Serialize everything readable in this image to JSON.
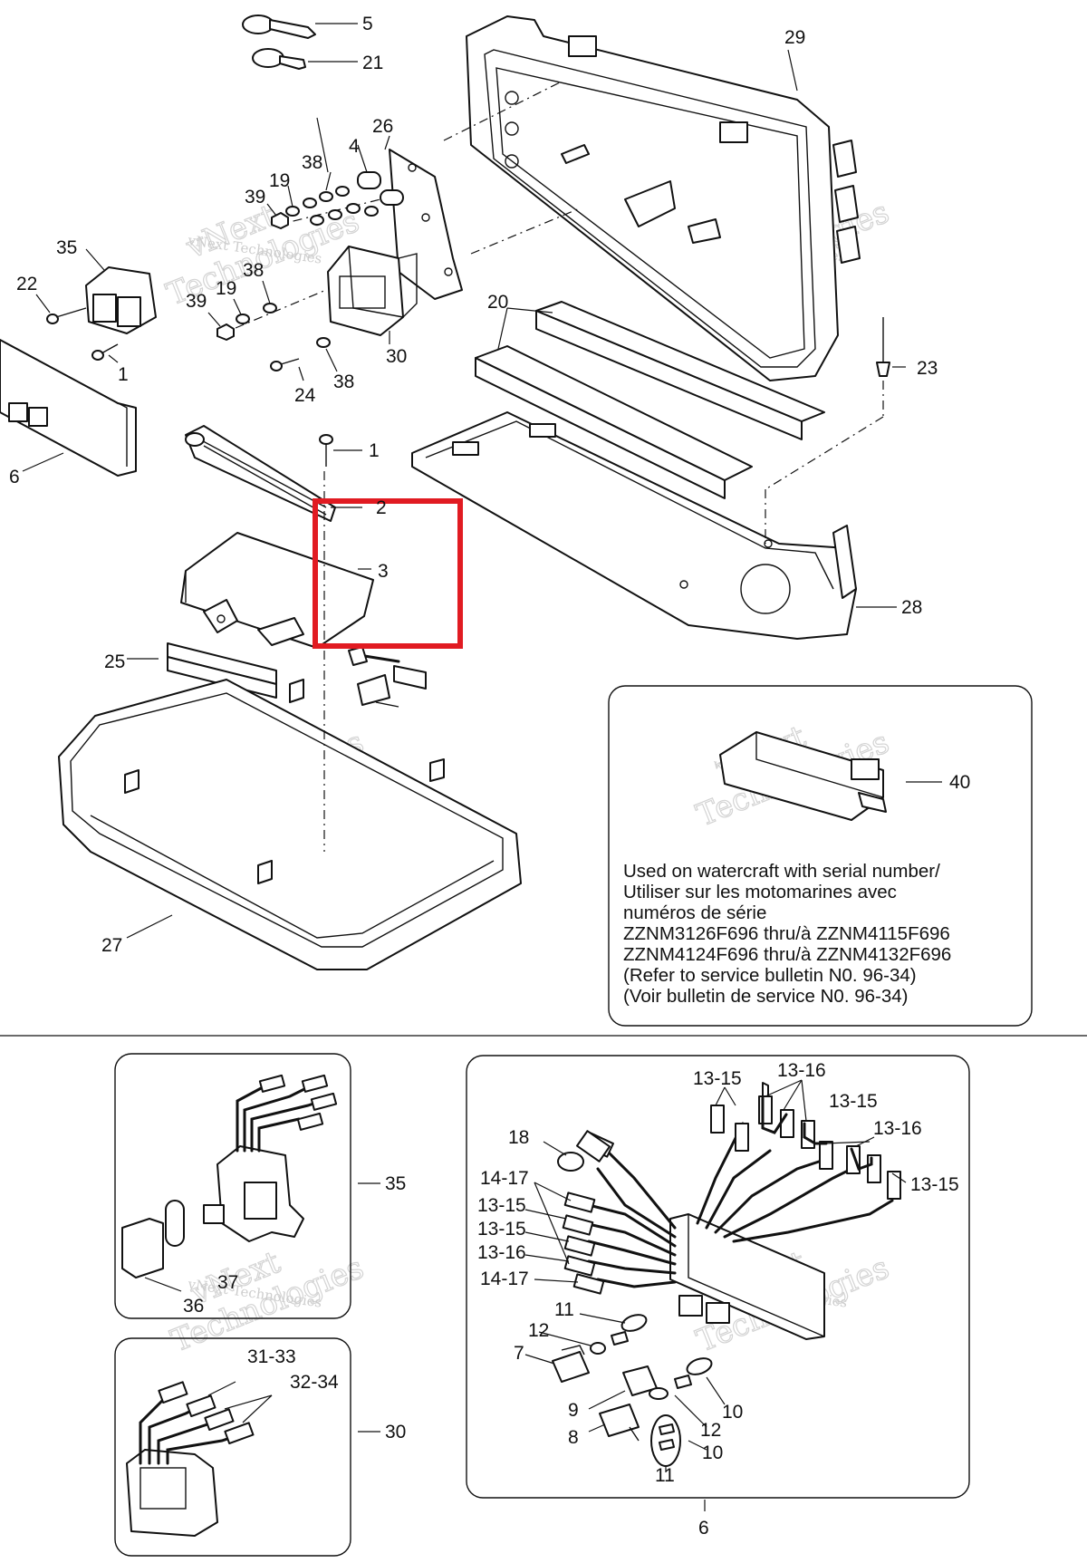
{
  "callouts": {
    "c5": "5",
    "c21": "21",
    "c29": "29",
    "c26": "26",
    "c4": "4",
    "c38a": "38",
    "c19a": "19",
    "c39a": "39",
    "c35": "35",
    "c22": "22",
    "c38b": "38",
    "c19b": "19",
    "c39b": "39",
    "c30": "30",
    "c1a": "1",
    "c24": "24",
    "c38c": "38",
    "c20": "20",
    "c23": "23",
    "c6": "6",
    "c1b": "1",
    "c2": "2",
    "c3": "3",
    "c28": "28",
    "c25": "25",
    "c40": "40",
    "c27": "27",
    "d35": "35",
    "d37": "37",
    "d36": "36",
    "d31_33": "31-33",
    "d32_34": "32-34",
    "d30": "30",
    "h13_15a": "13-15",
    "h13_16a": "13-16",
    "h13_15b": "13-15",
    "h13_16b": "13-16",
    "h13_15c": "13-15",
    "h18": "18",
    "h14_17a": "14-17",
    "h13_15d": "13-15",
    "h13_15e": "13-15",
    "h13_16c": "13-16",
    "h14_17b": "14-17",
    "h11a": "11",
    "h12a": "12",
    "h7": "7",
    "h9": "9",
    "h10a": "10",
    "h8": "8",
    "h12b": "12",
    "h10b": "10",
    "h11b": "11",
    "h6": "6"
  },
  "note": {
    "line1": "Used on watercraft with serial number/",
    "line2": "Utiliser sur les motomarines avec",
    "line3": "numéros de série",
    "line4": "ZZNM3126F696 thru/à ZZNM4115F696",
    "line5": "ZZNM4124F696 thru/à ZZNM4132F696",
    "line6": "(Refer to service bulletin N0. 96-34)",
    "line7": "(Voir bulletin de service N0. 96-34)"
  },
  "watermark": {
    "line1": "vNext Technologies",
    "line2": "vNext",
    "line3": "Technologies"
  },
  "highlight": {
    "color": "#e11b22"
  }
}
